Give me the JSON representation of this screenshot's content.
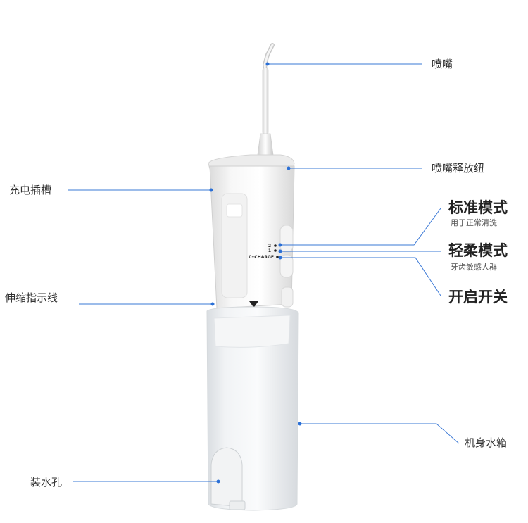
{
  "callouts": {
    "nozzle": "喷嘴",
    "nozzle_release": "喷嘴释放纽",
    "charge_slot": "充电插槽",
    "standard_mode": {
      "title": "标准模式",
      "desc": "用于正常清洗"
    },
    "gentle_mode": {
      "title": "轻柔模式",
      "desc": "牙齿敏感人群"
    },
    "power_switch": "开启开关",
    "extension_line": "伸缩指示线",
    "water_tank": "机身水箱",
    "fill_hole": "装水孔"
  },
  "device_markings": {
    "mode_2": "2",
    "mode_1": "1",
    "mode_0": "0•CHARGE"
  },
  "colors": {
    "leader_line": "#3a78d6",
    "leader_dot": "#2a6fd6",
    "body": "#f6f6f6",
    "tank": "#eef0f2"
  }
}
